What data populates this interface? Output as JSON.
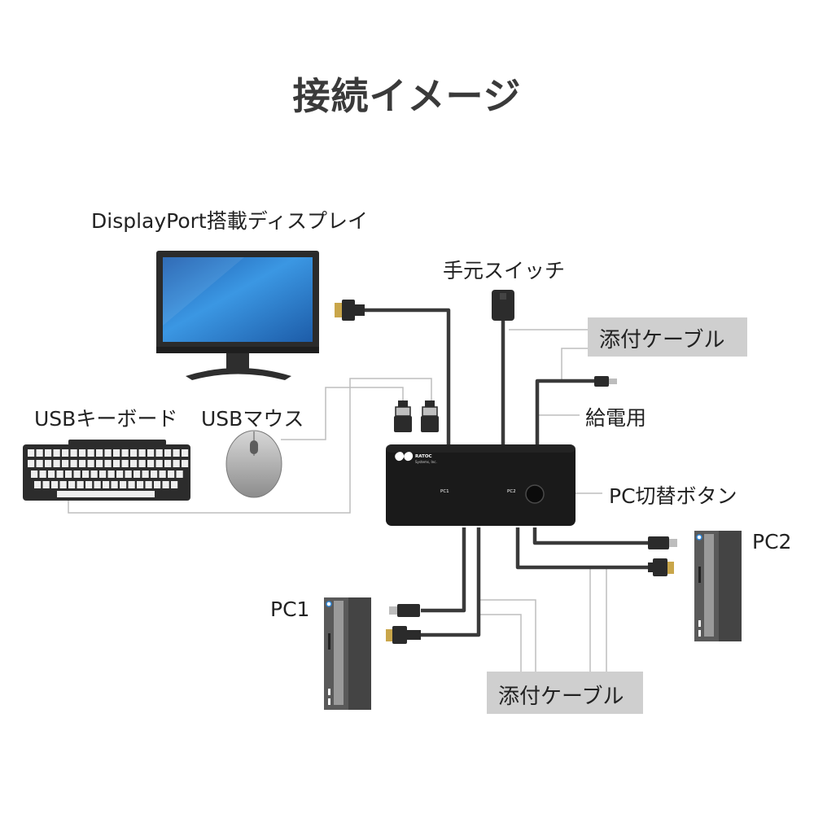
{
  "title": "接続イメージ",
  "labels": {
    "display": "DisplayPort搭載ディスプレイ",
    "keyboard": "USBキーボード",
    "mouse": "USBマウス",
    "hand_switch": "手元スイッチ",
    "cable_top": "添付ケーブル",
    "power": "給電用",
    "pc_switch_button": "PC切替ボタン",
    "pc1": "PC1",
    "pc2": "PC2",
    "cable_bottom": "添付ケーブル"
  },
  "device": {
    "brand": "RATOC",
    "brand_sub": "Systems, Inc.",
    "port1": "PC1",
    "port2": "PC2"
  },
  "colors": {
    "cable": "#3a3a3a",
    "leader": "#bdbdbd",
    "callout_bg": "#cfcfcf",
    "device_body": "#1a1a1a",
    "connector_gold": "#c9a64a",
    "screen_blue": "#2f86d6"
  }
}
